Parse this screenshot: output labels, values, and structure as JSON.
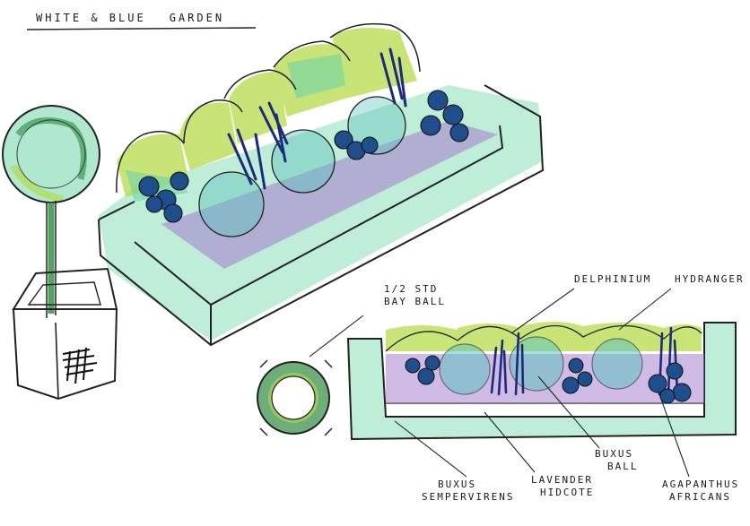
{
  "title": {
    "part1": "White & Blue",
    "part2": "Garden"
  },
  "labels": {
    "bay_ball_line1": "1/2 STD",
    "bay_ball_line2": "Bay Ball",
    "delphinium": "Delphinium",
    "hydrangea": "Hydranger",
    "buxus_ball_line1": "Buxus",
    "buxus_ball_line2": "Ball",
    "lavender_line1": "Lavender",
    "lavender_line2": "Hidcote",
    "buxus_semp_line1": "Buxus",
    "buxus_semp_line2": "Sempervirens",
    "agapanthus_line1": "Agapanthus",
    "agapanthus_line2": "Africans"
  },
  "colors": {
    "ink": "#1a1a1a",
    "mint_green": "#6fd6a8",
    "lime_green": "#b6dc4a",
    "lavender": "#a784cf",
    "blue_flower": "#1f4e8c",
    "deep_blue": "#1c2c7a",
    "teal": "#5fc4c0",
    "dark_green": "#2d8a3e"
  }
}
